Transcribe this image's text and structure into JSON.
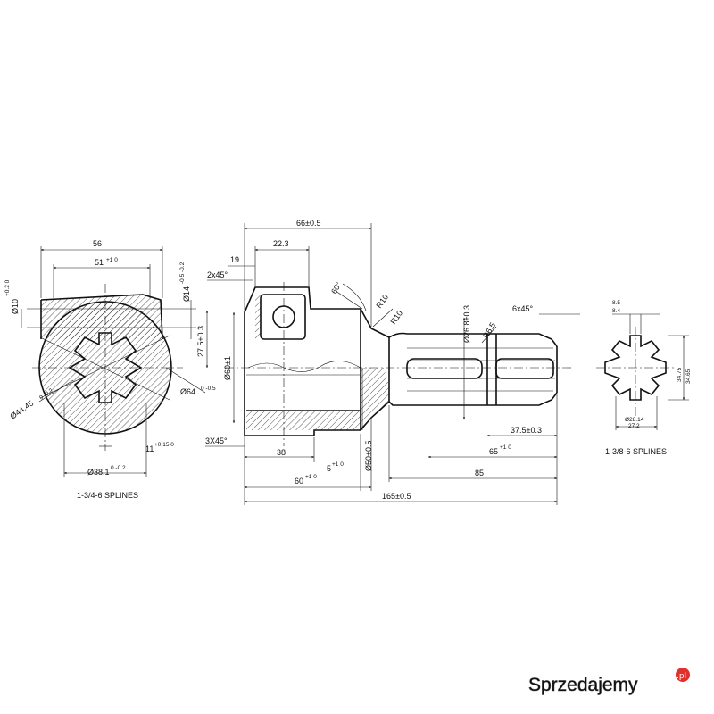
{
  "dims": {
    "d56": "56",
    "d51": "51",
    "d51_tol": "+1 0",
    "d10": "Ø10",
    "d10_tol": "+0.2 0",
    "d14": "Ø14",
    "d14_tol": "-0.5 -0.2",
    "d27": "27.5±0.3",
    "d64": "Ø64",
    "d64_tol": "0 -0.5",
    "d44": "Ø44.45",
    "d44_tol": "0 -0.2",
    "d11": "11",
    "d11_tol": "+0.15 0",
    "d38": "Ø38.1",
    "d38_tol": "0 -0.2",
    "splines_left": "1-3/4-6 SPLINES",
    "d66": "66±0.5",
    "d19": "19",
    "d22": "22.3",
    "d2x45": "2x45°",
    "a60": "60°",
    "r10a": "R10",
    "r10b": "R10",
    "d60x": "Ø60±1",
    "d3x45": "3X45°",
    "d38b": "38",
    "d60": "60",
    "d60_tol": "+1 0",
    "d5": "5",
    "d5_tol": "+1 0",
    "d50": "Ø50±0.5",
    "d26": "Ø26.8±0.3",
    "r6": "R6.5",
    "d6x45": "6x45°",
    "d37": "37.5±0.3",
    "d65": "65",
    "d65_tol": "+1 0",
    "d85": "85",
    "d165": "165±0.5",
    "d85r": "8.5",
    "d84r": "8.4",
    "d3475": "34.75",
    "d3465": "34.65",
    "d2814": "Ø28.14",
    "d272": "27.2",
    "splines_right": "1-3/8-6 SPLINES"
  },
  "watermark": "Sprzedajemy",
  "watermark_tld": ".pl"
}
